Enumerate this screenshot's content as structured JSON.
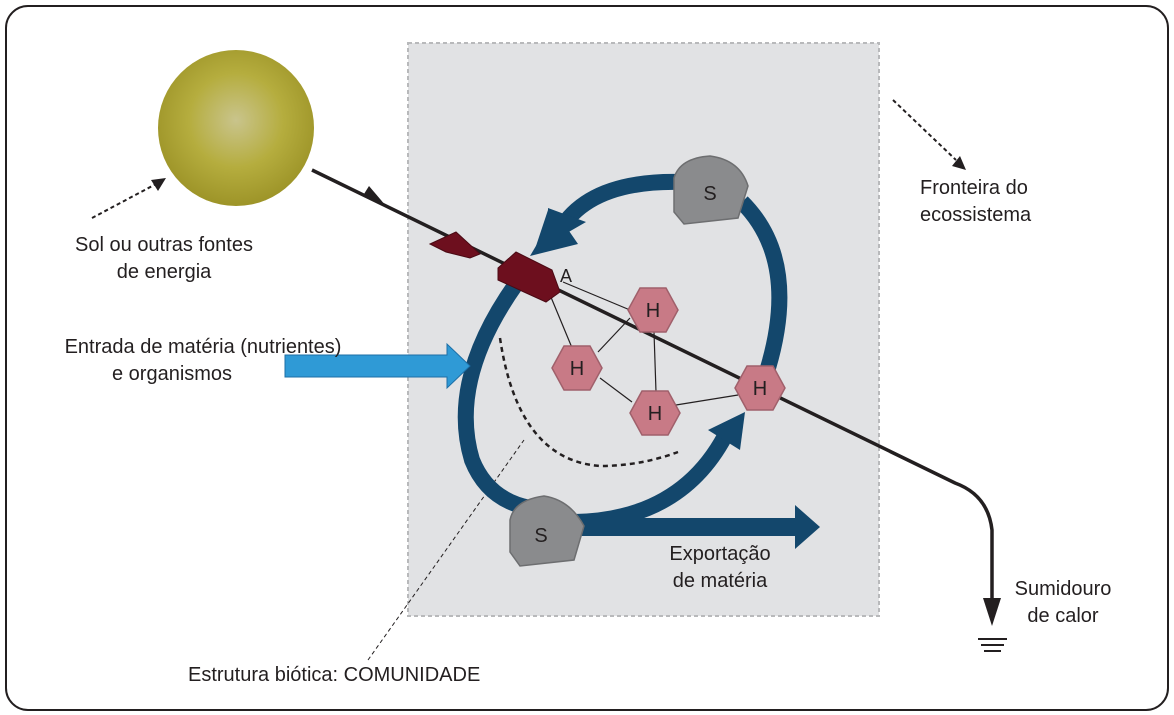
{
  "labels": {
    "sun_line1": "Sol ou outras fontes",
    "sun_line2": "de energia",
    "boundary_line1": "Fronteira do",
    "boundary_line2": "ecossistema",
    "input_line1": "Entrada de matéria (nutrientes)",
    "input_line2": "e organismos",
    "export_line1": "Exportação",
    "export_line2": "de matéria",
    "heat_line1": "Sumidouro",
    "heat_line2": "de calor",
    "community": "Estrutura biótica: COMUNIDADE"
  },
  "nodes": {
    "autotroph": "A",
    "storage_top": "S",
    "storage_bottom": "S",
    "heterotroph": "H"
  },
  "colors": {
    "sun": "#b5ad3e",
    "boundary_fill": "#e1e2e4",
    "boundary_stroke": "#b8b9bb",
    "cycle_arrow": "#13476c",
    "input_arrow": "#2f9ad6",
    "heterotroph_fill": "#c87a86",
    "storage_fill": "#8a8b8d",
    "autotroph_fill": "#6d0f1e",
    "energy_line": "#231f20"
  }
}
